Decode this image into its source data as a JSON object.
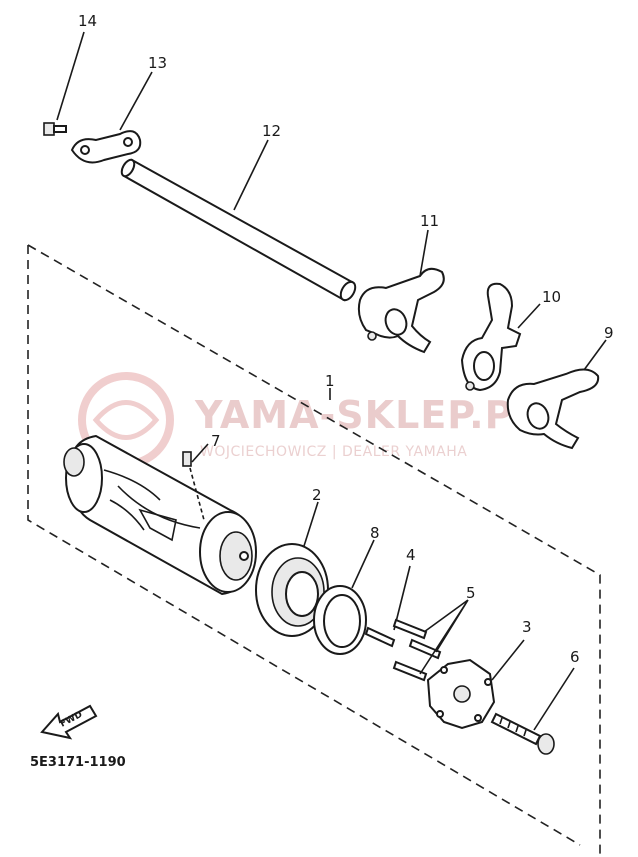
{
  "diagram": {
    "callouts": [
      {
        "id": "c14",
        "label": "14"
      },
      {
        "id": "c13",
        "label": "13"
      },
      {
        "id": "c12",
        "label": "12"
      },
      {
        "id": "c11",
        "label": "11"
      },
      {
        "id": "c10",
        "label": "10"
      },
      {
        "id": "c9",
        "label": "9"
      },
      {
        "id": "c1",
        "label": "1"
      },
      {
        "id": "c7",
        "label": "7"
      },
      {
        "id": "c2",
        "label": "2"
      },
      {
        "id": "c8",
        "label": "8"
      },
      {
        "id": "c4",
        "label": "4"
      },
      {
        "id": "c5",
        "label": "5"
      },
      {
        "id": "c3",
        "label": "3"
      },
      {
        "id": "c6",
        "label": "6"
      }
    ],
    "diagram_code": "5E3171-1190",
    "direction_marker": "FWD",
    "watermark": {
      "title": "YAMA-SKLEP.PL",
      "subtitle": "WOJCIECHOWICZ | DEALER YAMAHA",
      "color": "#e0b0b0"
    }
  }
}
